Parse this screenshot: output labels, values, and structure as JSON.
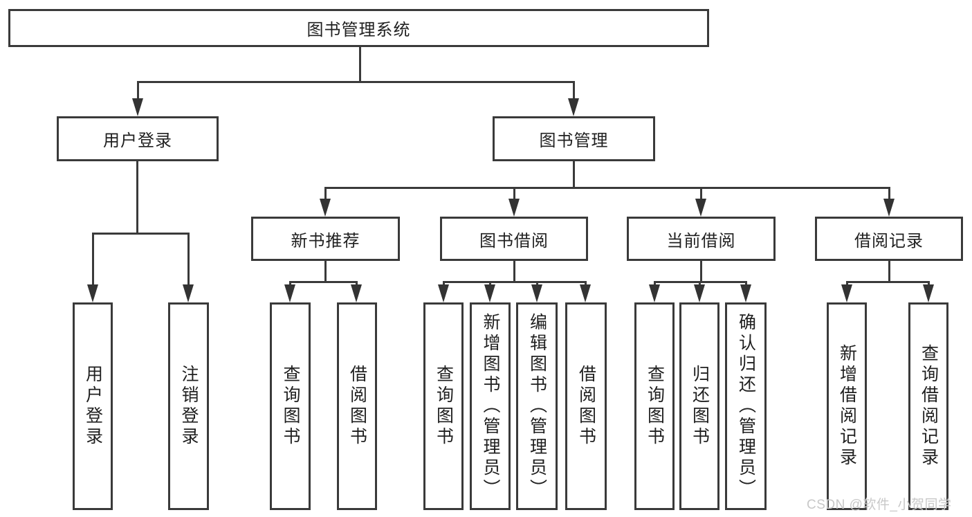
{
  "tree": {
    "root": {
      "label": "图书管理系统"
    },
    "user_login": {
      "label": "用户登录",
      "children": [
        {
          "label": "用户登录"
        },
        {
          "label": "注销登录"
        }
      ]
    },
    "book_mgmt": {
      "label": "图书管理",
      "modules": [
        {
          "label": "新书推荐",
          "children": [
            {
              "label": "查询图书"
            },
            {
              "label": "借阅图书"
            }
          ]
        },
        {
          "label": "图书借阅",
          "children": [
            {
              "label": "查询图书"
            },
            {
              "label": "新增图书（管理员）"
            },
            {
              "label": "编辑图书（管理员）"
            },
            {
              "label": "借阅图书"
            }
          ]
        },
        {
          "label": "当前借阅",
          "children": [
            {
              "label": "查询图书"
            },
            {
              "label": "归还图书"
            },
            {
              "label": "确认归还（管理员）"
            }
          ]
        },
        {
          "label": "借阅记录",
          "children": [
            {
              "label": "新增借阅记录"
            },
            {
              "label": "查询借阅记录"
            }
          ]
        }
      ]
    }
  },
  "watermark": "CSDN @软件_小贺同学",
  "colors": {
    "line": "#3a3a3a",
    "text": "#1f1f1f",
    "background": "#ffffff",
    "watermark": "#c8c8c8"
  }
}
